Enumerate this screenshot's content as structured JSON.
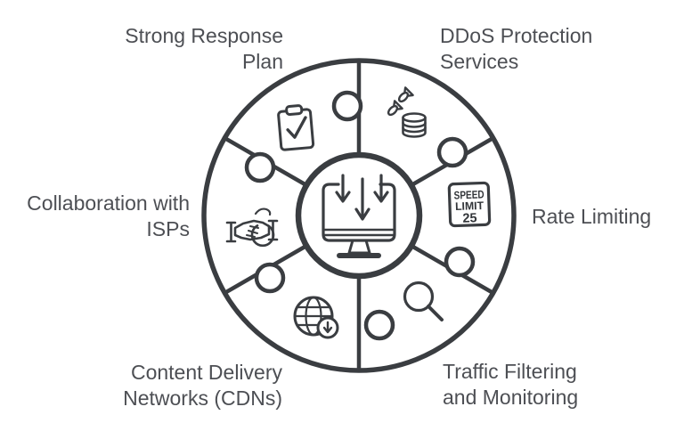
{
  "diagram": {
    "type": "puzzle-wheel",
    "theme": "DDoS mitigation strategies",
    "center_icon": "ddos-attack-monitor-icon",
    "colors": {
      "stroke": "#3a3d41",
      "text": "#4d4f54",
      "background": "#ffffff"
    }
  },
  "segments": [
    {
      "id": "strong-response-plan",
      "label": "Strong Response\nPlan",
      "icon": "clipboard-check-icon",
      "clock_position": "10-12"
    },
    {
      "id": "ddos-protection-services",
      "label": "DDoS Protection\nServices",
      "icon": "bombs-database-icon",
      "clock_position": "12-2"
    },
    {
      "id": "rate-limiting",
      "label": "Rate Limiting",
      "icon": "speed-limit-sign-icon",
      "clock_position": "2-4"
    },
    {
      "id": "traffic-filtering-and-monitoring",
      "label": "Traffic Filtering\nand Monitoring",
      "icon": "magnifying-glass-icon",
      "clock_position": "4-6"
    },
    {
      "id": "content-delivery-networks",
      "label": "Content Delivery\nNetworks (CDNs)",
      "icon": "globe-download-icon",
      "clock_position": "6-8"
    },
    {
      "id": "collaboration-with-isps",
      "label": "Collaboration with\nISPs",
      "icon": "handshake-globe-icon",
      "clock_position": "8-10"
    }
  ],
  "speed_limit_sign": {
    "line1": "SPEED",
    "line2": "LIMIT",
    "line3": "25"
  }
}
